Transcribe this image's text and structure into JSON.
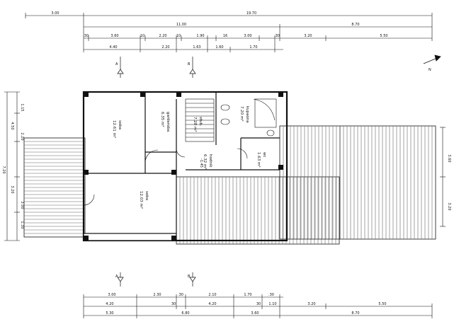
{
  "dimensions": {
    "top_row1": [
      "3.00",
      "19.70"
    ],
    "top_row2": [
      "11.00",
      "8.70"
    ],
    "top_row3": [
      ".30",
      "3.60",
      "10",
      "2.20",
      "10",
      "1.90",
      "16",
      "3.00",
      ".30",
      "3.20",
      "5.50"
    ],
    "top_row4": [
      "4.40",
      "2.20",
      "1.63",
      "1.60",
      "1.70"
    ],
    "left": [
      "1.15",
      "4.50",
      "2.20",
      "7.20",
      "3.20",
      "3.00",
      "1.30"
    ],
    "right": [
      "3.60",
      "3.20"
    ],
    "bottom_row1": [
      "3.00",
      "2.30",
      ".30",
      "2.10",
      "1.70",
      ".30"
    ],
    "bottom_row2": [
      "4.20",
      "30",
      "4.20",
      "30",
      "1.10",
      "3.20",
      "5.50"
    ],
    "bottom_row3": [
      "5.30",
      "6.80",
      "3.60",
      "8.70"
    ]
  },
  "rooms": [
    {
      "name": "soba",
      "area": "12.61 m²"
    },
    {
      "name": "garderoba",
      "area": "6.35 m²"
    },
    {
      "name": "stub.",
      "area": "7.28 m²"
    },
    {
      "name": "kupaona",
      "area": "7.20 m²"
    },
    {
      "name": "hodnik",
      "area": "6.32 m²"
    },
    {
      "name": "soba",
      "area": "12.03 m²"
    },
    {
      "name": "wc",
      "area": "1.63 m²"
    }
  ],
  "labels": {
    "section_a": "A",
    "section_b": "B",
    "level_mark": "-1.45",
    "north": "N"
  },
  "colors": {
    "line": "#111111",
    "wall": "#1a1a1a",
    "hatch": "#555555"
  }
}
